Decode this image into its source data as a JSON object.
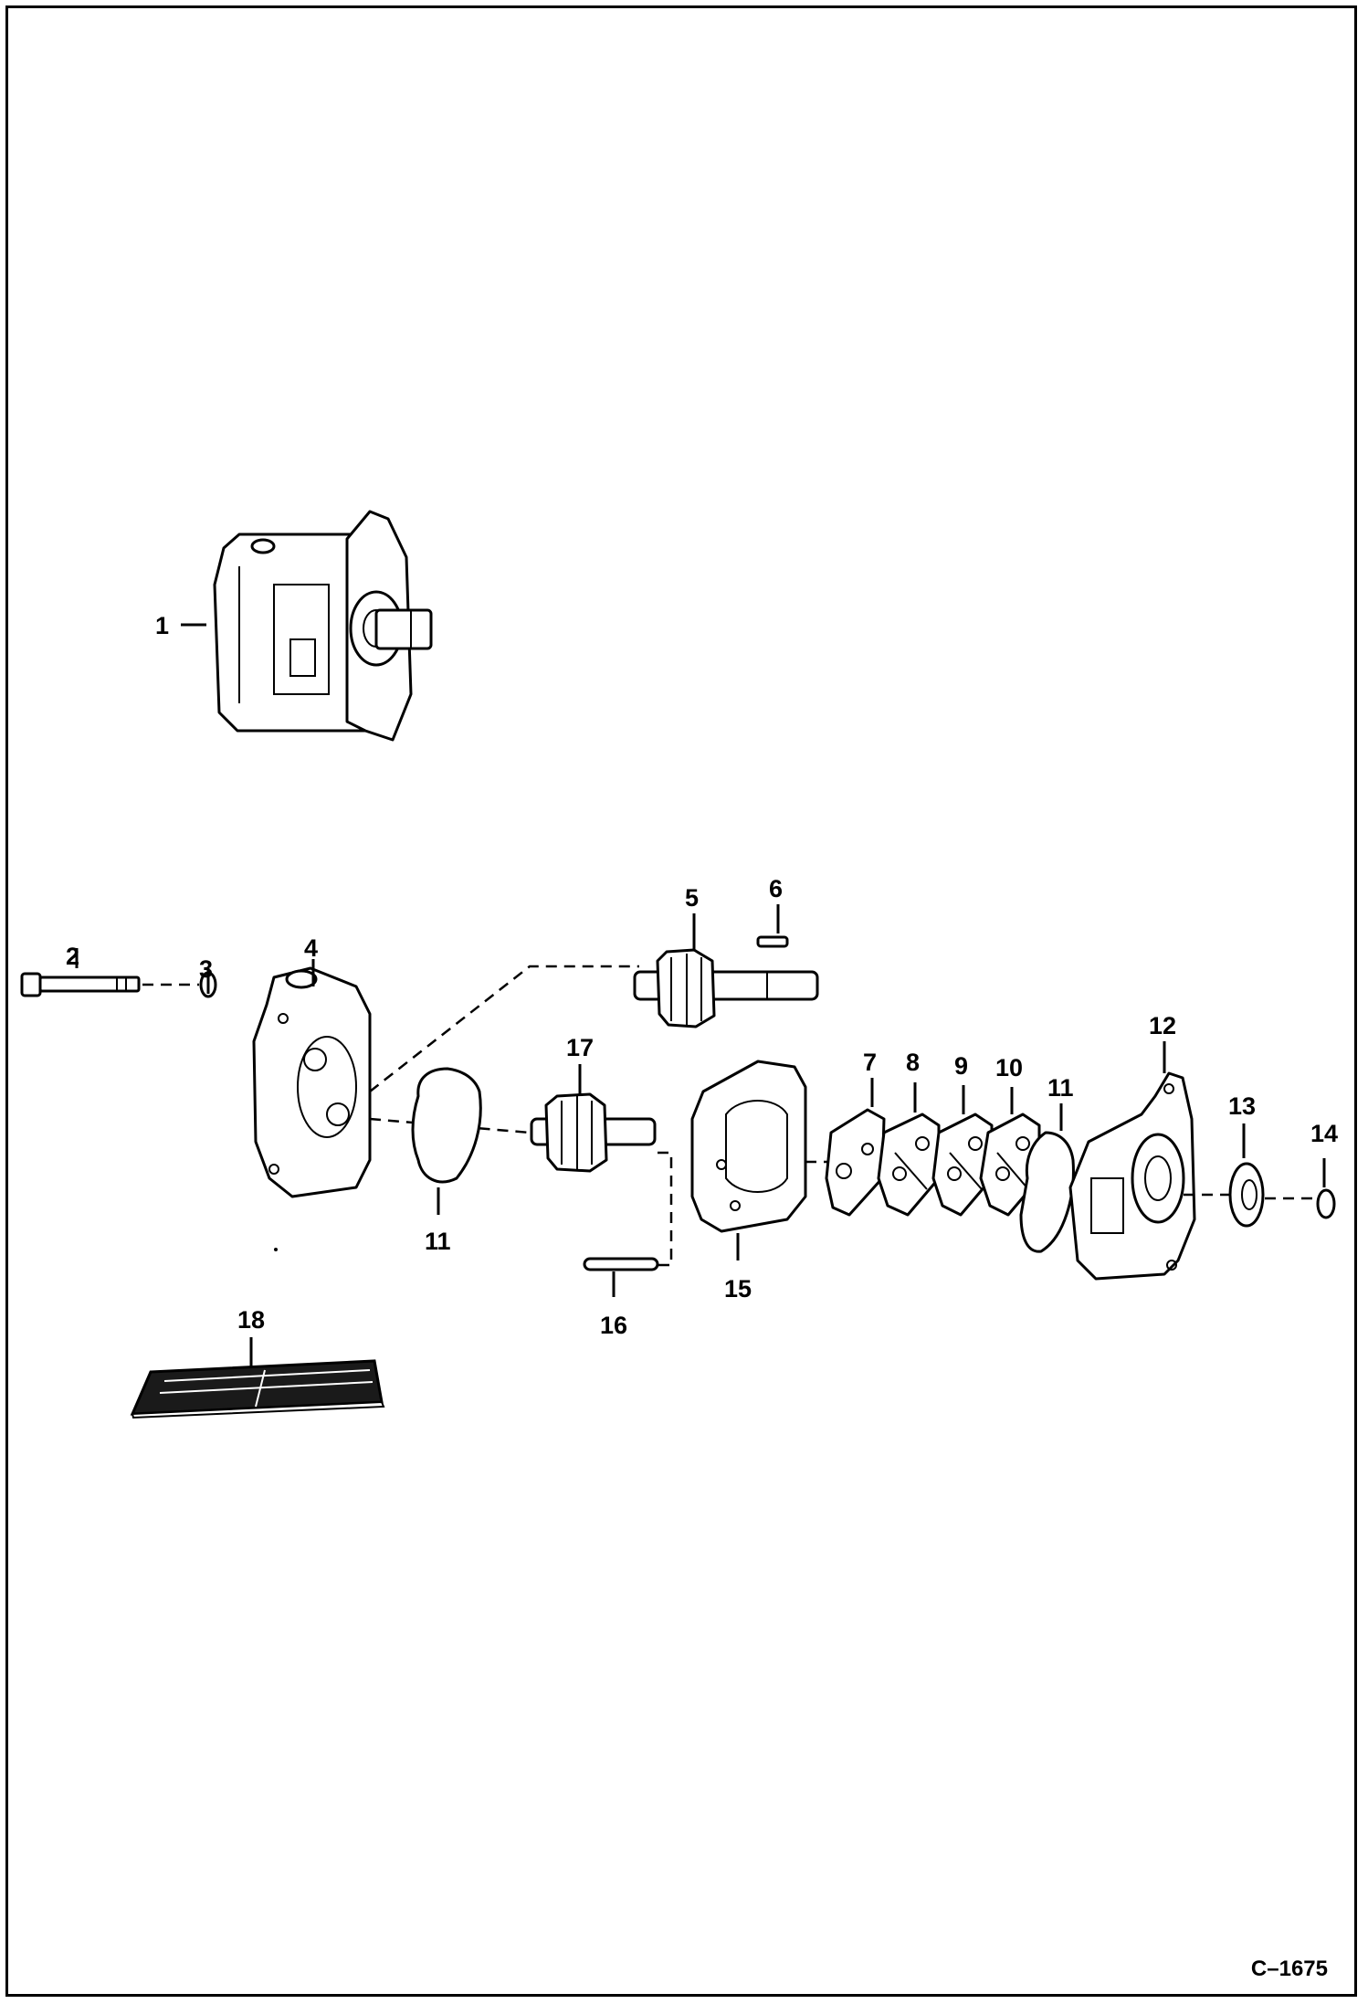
{
  "figure_id": "C–1675",
  "callouts": {
    "c1": "1",
    "c2": "2",
    "c3": "3",
    "c4": "4",
    "c5": "5",
    "c6": "6",
    "c7": "7",
    "c8": "8",
    "c9": "9",
    "c10": "10",
    "c11a": "11",
    "c11b": "11",
    "c12": "12",
    "c13": "13",
    "c14": "14",
    "c15": "15",
    "c16": "16",
    "c17": "17",
    "c18": "18"
  }
}
